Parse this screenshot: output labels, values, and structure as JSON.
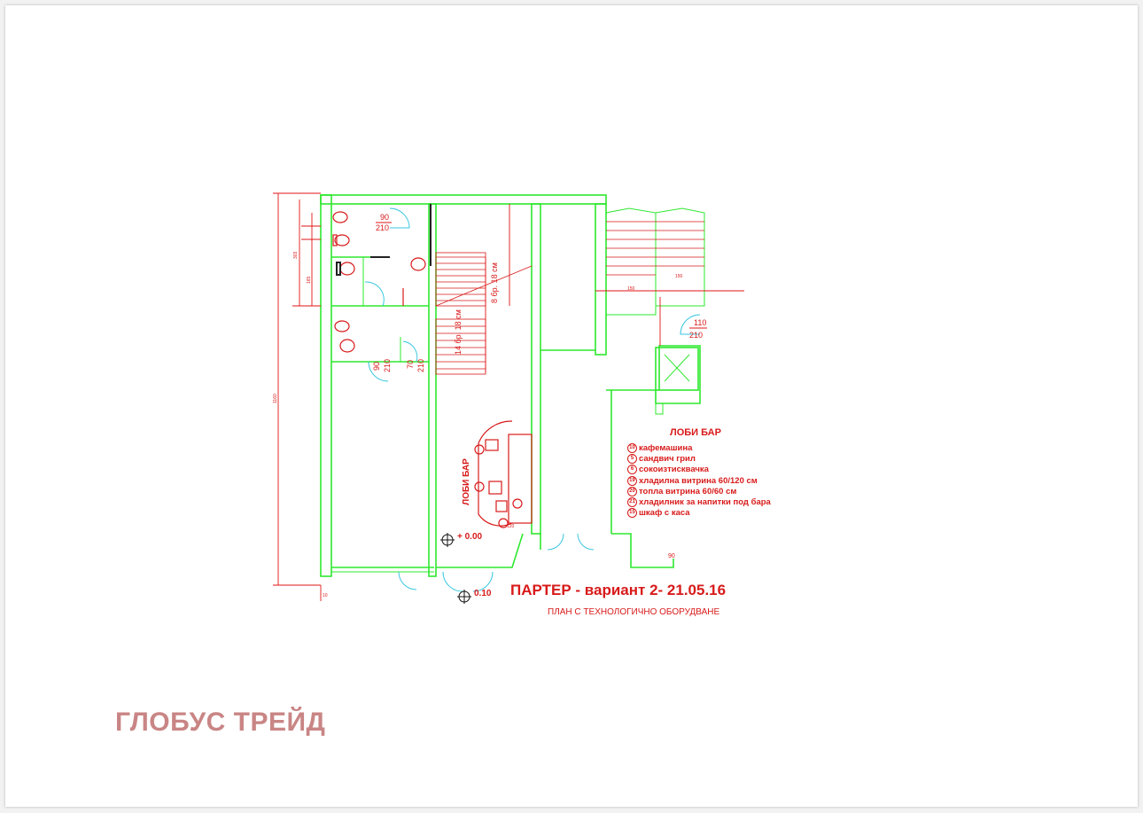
{
  "drawing": {
    "title": "ПАРТЕР -  вариант 2- 21.05.16",
    "subtitle": "ПЛАН С ТЕХНОЛОГИЧНО ОБОРУДВАНЕ",
    "company": "ГЛОБУС ТРЕЙД",
    "lobby_label": "ЛОБИ БАР",
    "levels": {
      "main": "+ 0.00",
      "entrance": "0.10"
    },
    "doors": [
      {
        "top": "90",
        "bottom": "210"
      },
      {
        "top": "90",
        "bottom": "210"
      },
      {
        "top": "70",
        "bottom": "210"
      },
      {
        "top": "110",
        "bottom": "210"
      }
    ],
    "stairs": {
      "upper": "8 бр. 18 см",
      "lower": "14 бр. 18 см"
    },
    "dims": {
      "height_total": "1160",
      "left_a": "303",
      "left_b": "165",
      "d90": "90",
      "d120": "120",
      "d150": "150",
      "d10": "10"
    }
  },
  "legend": {
    "title": "ЛОБИ БАР",
    "items": [
      {
        "num": "10",
        "label": "кафемашина"
      },
      {
        "num": "5",
        "label": "сандвич грил"
      },
      {
        "num": "6",
        "label": "сокоизтисквачка"
      },
      {
        "num": "19",
        "label": "хладилна витрина 60/120 см"
      },
      {
        "num": "20",
        "label": "топла витрина  60/60 см"
      },
      {
        "num": "21",
        "label": "хладилник за напитки под бара"
      },
      {
        "num": "15",
        "label": "шкаф с каса"
      }
    ]
  },
  "colors": {
    "wall": "#2ee82e",
    "dim": "#d81a1a",
    "company": "#c98585",
    "door": "#39c7e0"
  }
}
